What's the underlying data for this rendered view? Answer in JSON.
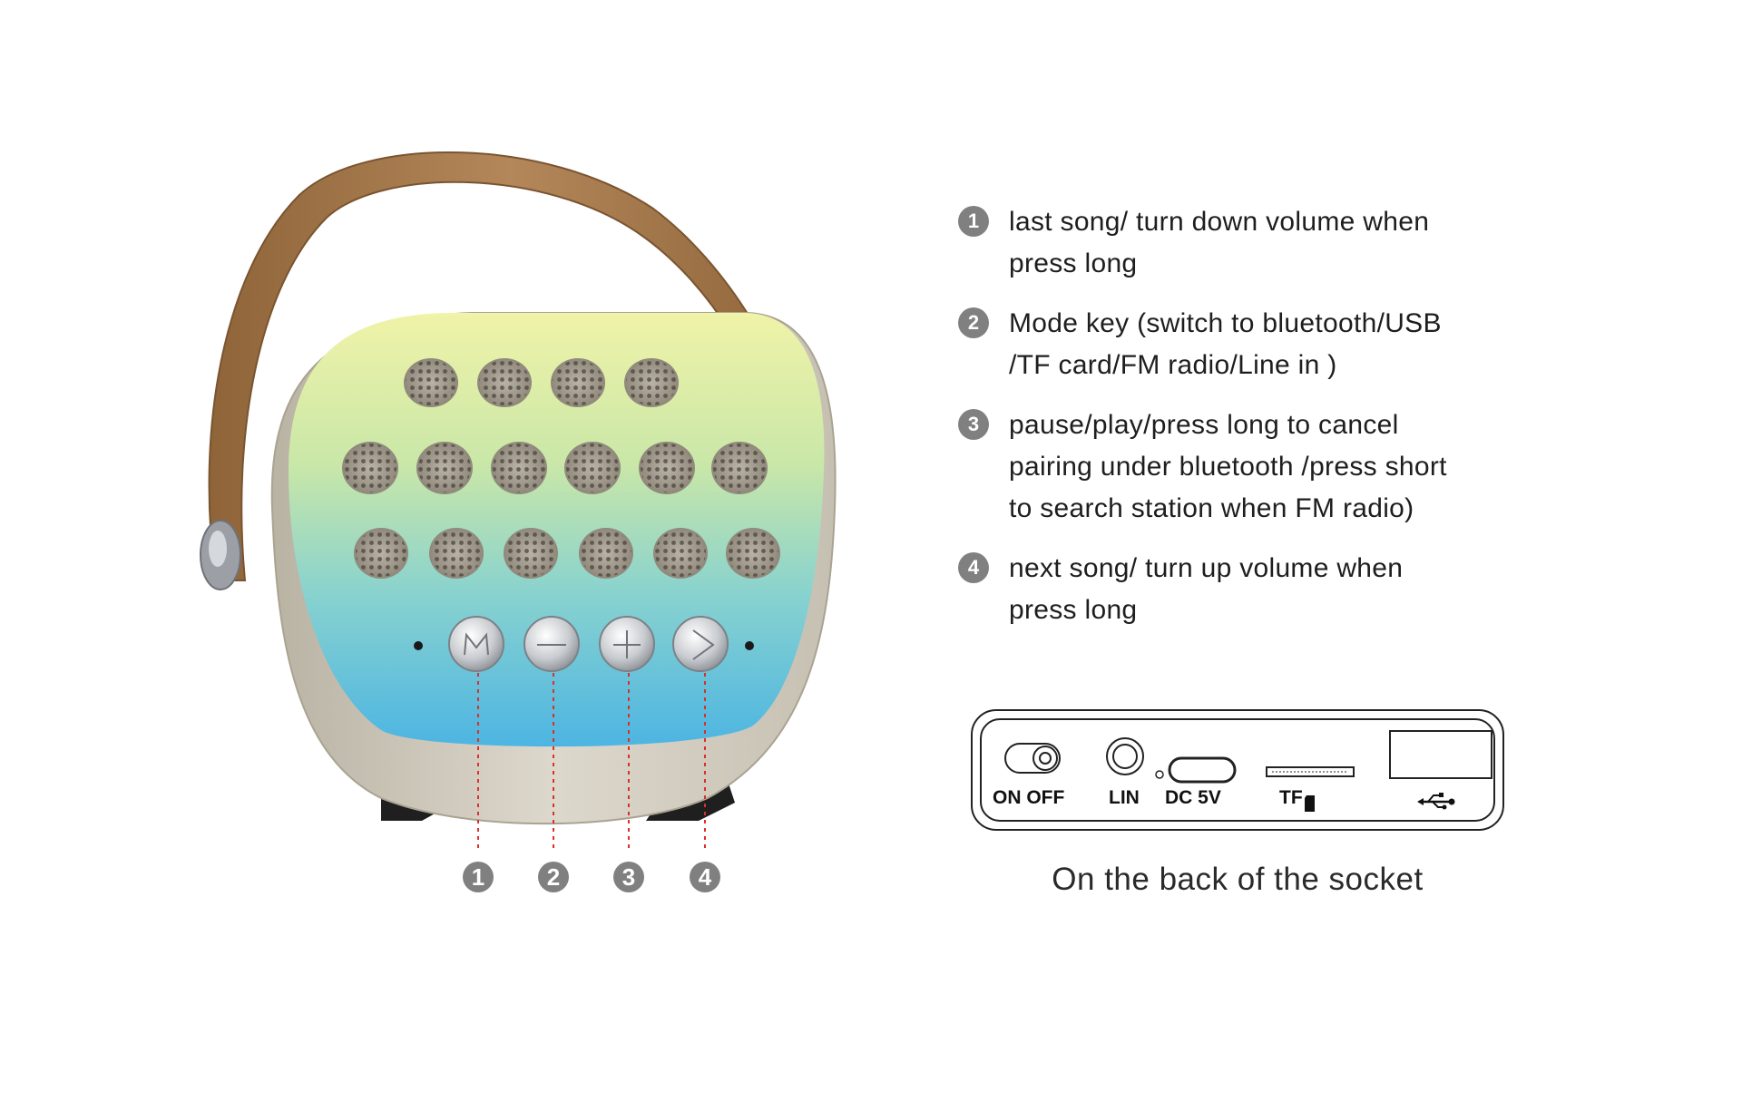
{
  "product": {
    "callouts": [
      "1",
      "2",
      "3",
      "4"
    ]
  },
  "instructions": [
    {
      "num": "1",
      "lines": [
        "last song/ turn down volume when",
        "press long"
      ]
    },
    {
      "num": "2",
      "lines": [
        "Mode key (switch to bluetooth/USB",
        "/TF card/FM radio/Line in )"
      ]
    },
    {
      "num": "3",
      "lines": [
        "pause/play/press long to cancel",
        "pairing under bluetooth /press short",
        "to search station when FM radio)"
      ]
    },
    {
      "num": "4",
      "lines": [
        "next song/ turn up volume when",
        "press long"
      ]
    }
  ],
  "socket_panel": {
    "labels": {
      "on_off": "ON  OFF",
      "lin": "LIN",
      "dc": "DC 5V",
      "tf": "TF"
    },
    "icons": [
      "power-switch-icon",
      "aux-jack-icon",
      "usb-c-port-icon",
      "tf-card-slot-icon",
      "usb-port-icon"
    ]
  },
  "caption": "On the back of the socket",
  "colors": {
    "grille_top": "#eef2a6",
    "grille_bottom": "#4fb8e0",
    "body": "#d3cdbf",
    "strap": "#a9794b",
    "callout": "#808080",
    "leader": "#d9302c"
  }
}
